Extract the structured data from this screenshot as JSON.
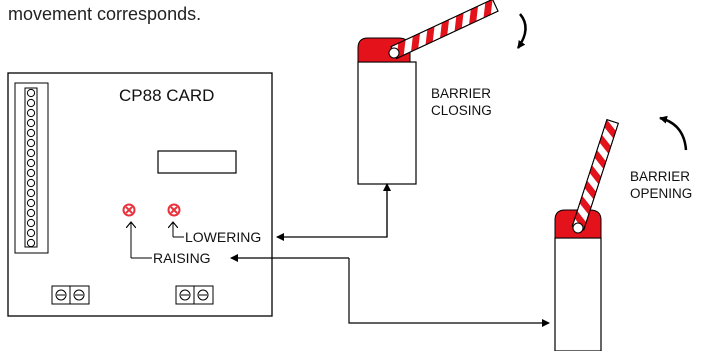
{
  "caption": "movement corresponds.",
  "card": {
    "title": "CP88 CARD",
    "leds": [
      {
        "name": "raising",
        "label": "RAISING",
        "color": "#e8323c"
      },
      {
        "name": "lowering",
        "label": "LOWERING",
        "color": "#e8323c"
      }
    ]
  },
  "barriers": {
    "closing": {
      "line1": "BARRIER",
      "line2": "CLOSING"
    },
    "opening": {
      "line1": "BARRIER",
      "line2": "OPENING"
    }
  },
  "colors": {
    "barrier_red": "#e3121b",
    "stripe_red": "#e3121b",
    "line": "#000000"
  },
  "icons": [
    "rotate-clockwise-arrow-icon",
    "rotate-counterclockwise-arrow-icon",
    "led-icon",
    "terminal-block-icon"
  ]
}
